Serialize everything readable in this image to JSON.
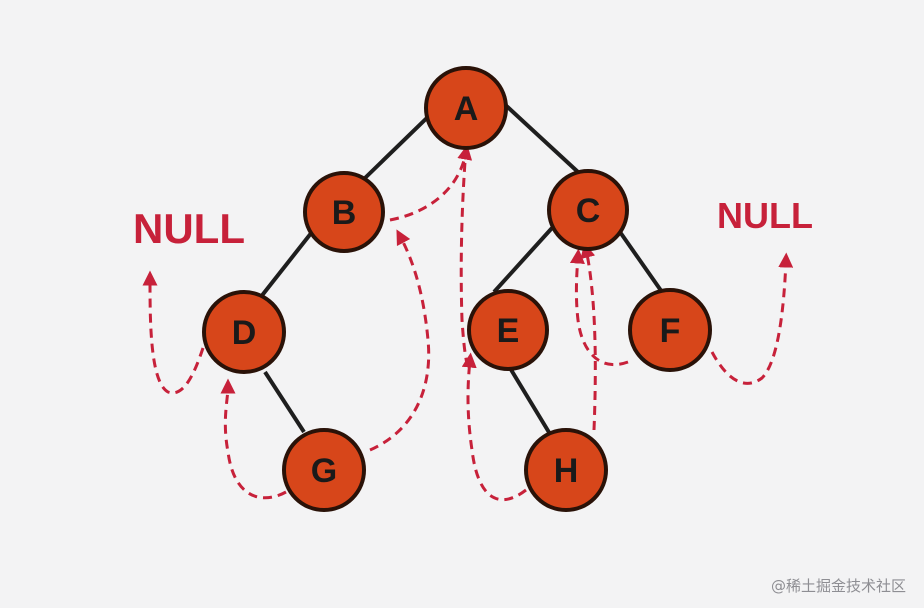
{
  "diagram": {
    "colors": {
      "node_fill": "#d7461a",
      "node_stroke": "#2a1208",
      "edge": "#1e1e1e",
      "thread": "#c7213a",
      "null_text": "#c7213a"
    },
    "nodes": [
      {
        "id": "A",
        "label": "A"
      },
      {
        "id": "B",
        "label": "B"
      },
      {
        "id": "C",
        "label": "C"
      },
      {
        "id": "D",
        "label": "D"
      },
      {
        "id": "E",
        "label": "E"
      },
      {
        "id": "F",
        "label": "F"
      },
      {
        "id": "G",
        "label": "G"
      },
      {
        "id": "H",
        "label": "H"
      }
    ],
    "edges": [
      {
        "from": "A",
        "to": "B"
      },
      {
        "from": "A",
        "to": "C"
      },
      {
        "from": "B",
        "to": "D"
      },
      {
        "from": "C",
        "to": "E"
      },
      {
        "from": "C",
        "to": "F"
      },
      {
        "from": "D",
        "to": "G"
      },
      {
        "from": "E",
        "to": "H"
      }
    ],
    "threads": [
      {
        "from": "D",
        "to": "NULL-left"
      },
      {
        "from": "G",
        "to": "D"
      },
      {
        "from": "G",
        "to": "B"
      },
      {
        "from": "B",
        "to": "A"
      },
      {
        "from": "H",
        "to": "E"
      },
      {
        "from": "H",
        "to": "C"
      },
      {
        "from": "F",
        "to": "C"
      },
      {
        "from": "F",
        "to": "NULL-right"
      }
    ],
    "null_left": "NULL",
    "null_right": "NULL"
  },
  "watermark": "@稀土掘金技术社区"
}
